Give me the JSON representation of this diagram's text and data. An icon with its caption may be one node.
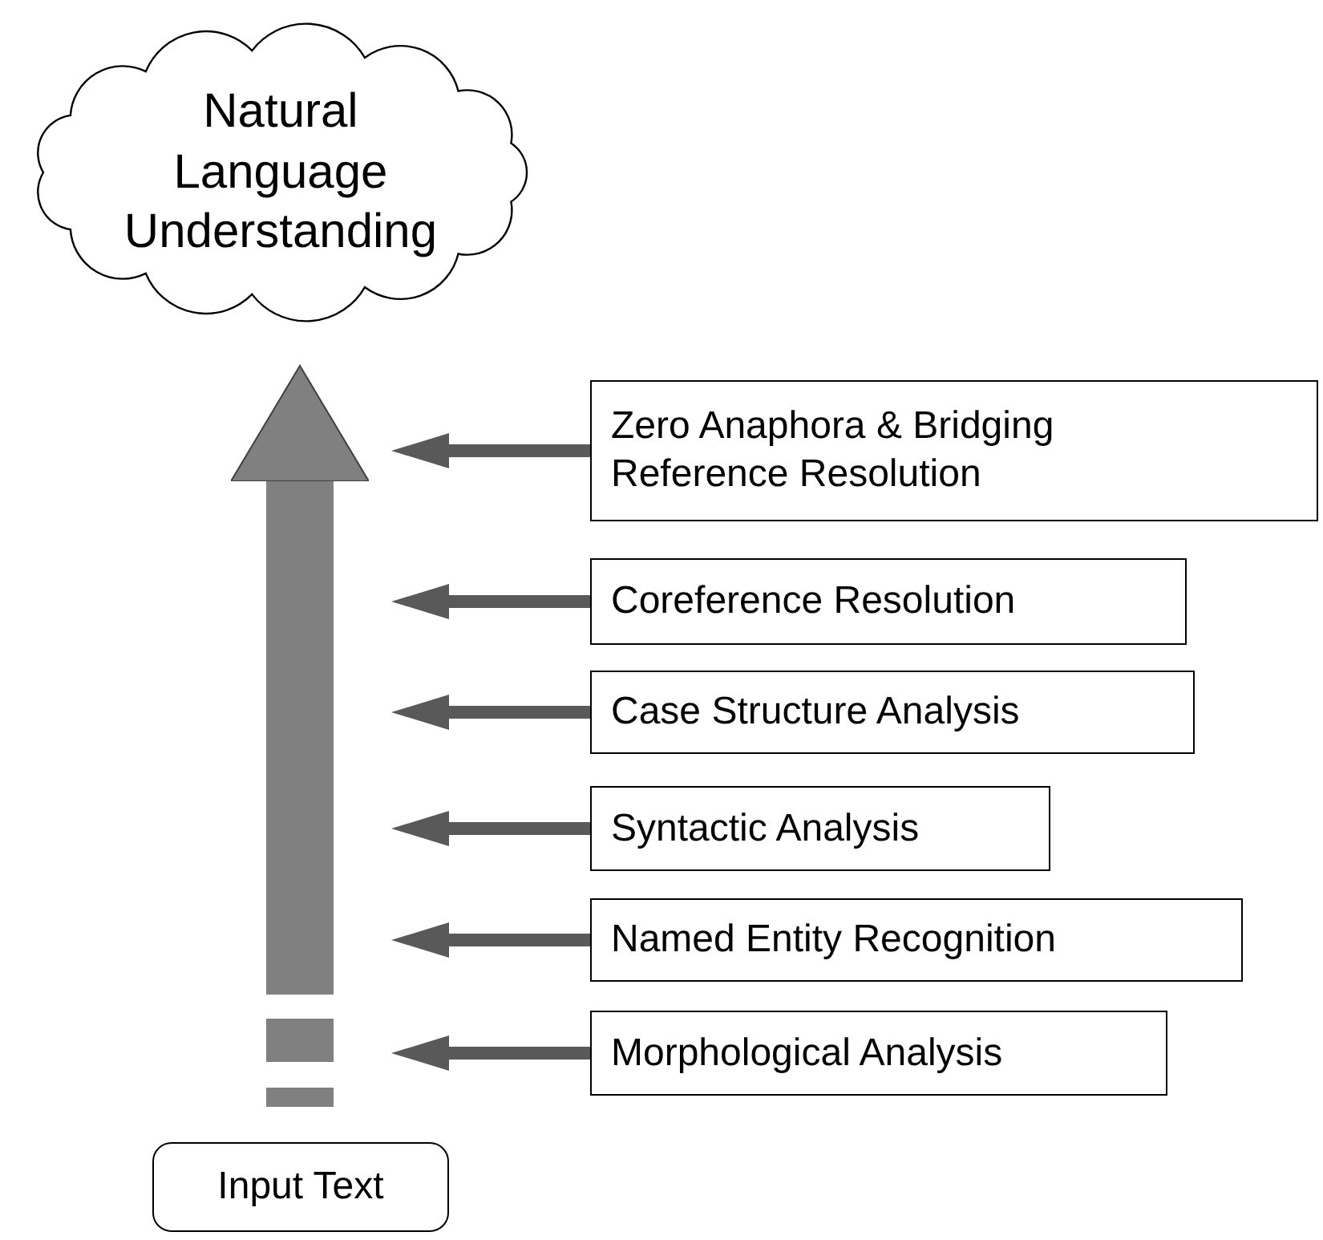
{
  "diagram": {
    "nodes": [
      {
        "text": [
          "Natural Language Understanding"
        ]
      },
      {
        "text": [
          "Zero Anaphora & Bridging Reference Resolution"
        ]
      },
      {
        "text": [
          "Coreference Resolution"
        ]
      },
      {
        "text": [
          "Case Structure Analysis"
        ]
      },
      {
        "text": [
          "Syntactic Analysis"
        ]
      },
      {
        "text": [
          "Named Entity Recognition"
        ]
      },
      {
        "text": [
          "Morphological Analysis"
        ]
      },
      {
        "text": [
          "Input Text"
        ]
      }
    ],
    "edges": [
      {
        "from": 7,
        "to": 0,
        "arrow": "to",
        "style": "thick",
        "color": "#808080"
      },
      {
        "from": 1,
        "to": null,
        "arrow": "to"
      },
      {
        "from": 2,
        "to": null,
        "arrow": "to"
      },
      {
        "from": 3,
        "to": null,
        "arrow": "to"
      },
      {
        "from": 4,
        "to": null,
        "arrow": "to"
      },
      {
        "from": 5,
        "to": null,
        "arrow": "to"
      },
      {
        "from": 6,
        "to": null,
        "arrow": "to"
      }
    ]
  }
}
